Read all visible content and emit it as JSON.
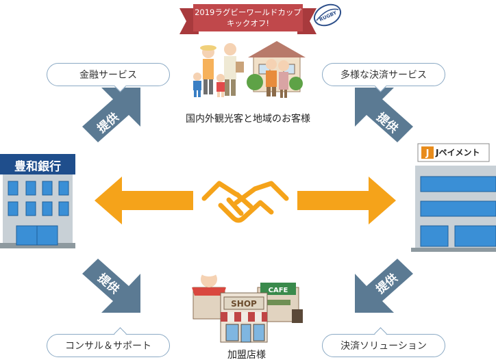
{
  "banner": {
    "line1": "2019ラグビーワールドカップ",
    "line2": "キックオフ!",
    "ball_text": "RUGBY"
  },
  "customers_label": "国内外観光客と地域のお客様",
  "bank": {
    "name": "豊和銀行"
  },
  "jpayment": {
    "name": "Jペイメント",
    "logo_mark": "J"
  },
  "merchants_label": "加盟店様",
  "pills": {
    "financial": "金融サービス",
    "payment_services": "多様な決済サービス",
    "consulting": "コンサル＆サポート",
    "payment_solution": "決済ソリューション"
  },
  "provide_label": "提供",
  "shop_sign": "SHOP",
  "cafe_sign": "CAFE",
  "colors": {
    "orange": "#f5a31a",
    "slate": "#5b7a93",
    "banner_red": "#c0484b",
    "bank_navy": "#1f4e8c",
    "pill_border": "#8aa9c4"
  }
}
